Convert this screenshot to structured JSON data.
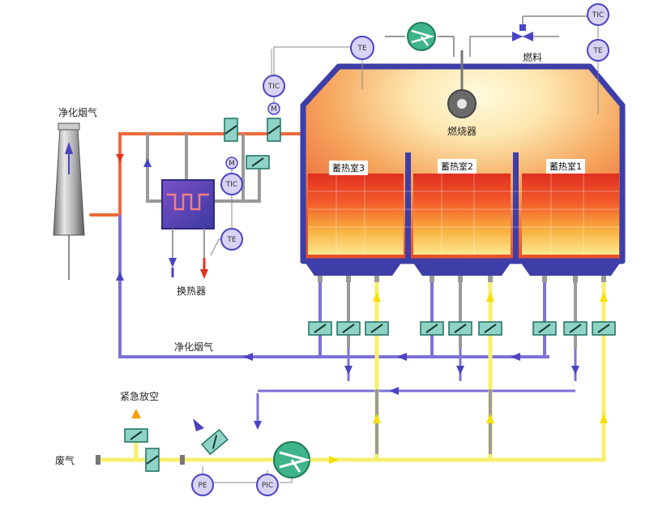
{
  "labels": {
    "purified_gas_stack": "净化烟气",
    "purified_gas_return": "净化烟气",
    "heat_exchanger": "换热器",
    "burner": "燃烧器",
    "fuel": "燃料",
    "emergency_vent": "紧急放空",
    "waste_gas": "废气",
    "chamber_3": "蓄热室3",
    "chamber_2": "蓄热室2",
    "chamber_1": "蓄热室1"
  },
  "instruments": {
    "te_top": "TE",
    "tic_top_right": "TIC",
    "te_right": "TE",
    "tic_left": "TIC",
    "m_upper": "M",
    "m_lower": "M",
    "tic_exchanger": "TIC",
    "te_exchanger": "TE",
    "pe": "PE",
    "pic": "PIC"
  },
  "colors": {
    "hot_pipe": "#ee6a3c",
    "clean_gas_pipe": "#7d72d6",
    "waste_gas_pipe": "#f7ef6e",
    "grey_pipe": "#9a9a9a",
    "vessel_frame": "#3e3ea8",
    "valve_fill": "#8fd3c6",
    "fan_fill": "#3fb489"
  }
}
